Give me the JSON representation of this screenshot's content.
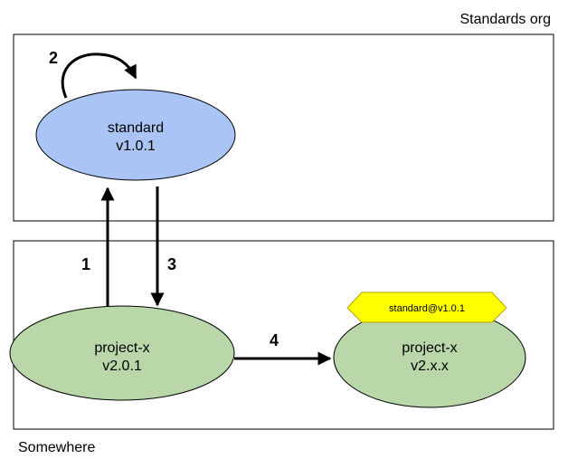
{
  "regions": {
    "top": {
      "label": "Standards org"
    },
    "bottom": {
      "label": "Somewhere"
    }
  },
  "nodes": {
    "standard": {
      "line1": "standard",
      "line2": "v1.0.1",
      "fill": "#a9c4f5"
    },
    "project_x_current": {
      "line1": "project-x",
      "line2": "v2.0.1",
      "fill": "#b9d7a8"
    },
    "project_x_future": {
      "line1": "project-x",
      "line2": "v2.x.x",
      "fill": "#b9d7a8"
    }
  },
  "tag": {
    "label": "standard@v1.0.1",
    "fill": "#ffff00",
    "stroke": "#b8a000"
  },
  "steps": {
    "s1": "1",
    "s2": "2",
    "s3": "3",
    "s4": "4"
  }
}
